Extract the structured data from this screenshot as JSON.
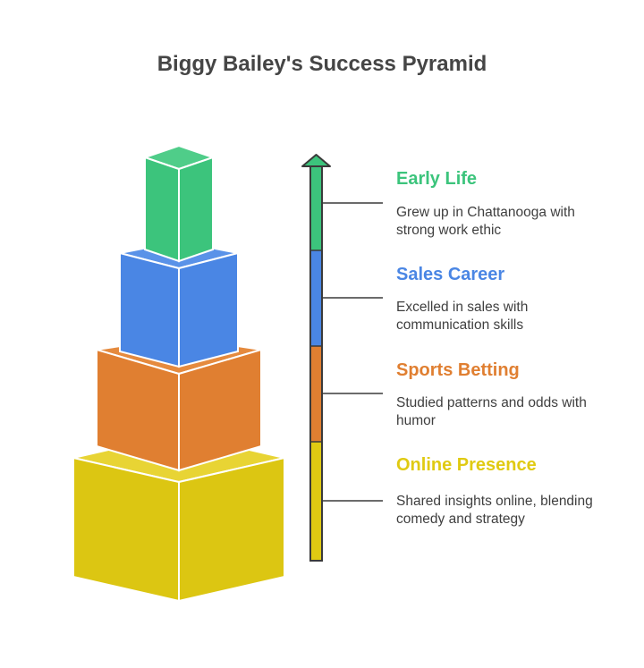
{
  "title": "Biggy Bailey's Success Pyramid",
  "stages": [
    {
      "title": "Early Life",
      "description": "Grew up in Chattanooga with strong work ethic",
      "color": "#3cc47c"
    },
    {
      "title": "Sales Career",
      "description": "Excelled in sales with communication skills",
      "color": "#4a86e4"
    },
    {
      "title": "Sports Betting",
      "description": "Studied patterns and odds with humor",
      "color": "#e07f31"
    },
    {
      "title": "Online Presence",
      "description": "Shared insights online, blending comedy and strategy",
      "color": "#e0ca12"
    }
  ],
  "icons": {
    "arrow": "up-arrow-icon"
  }
}
